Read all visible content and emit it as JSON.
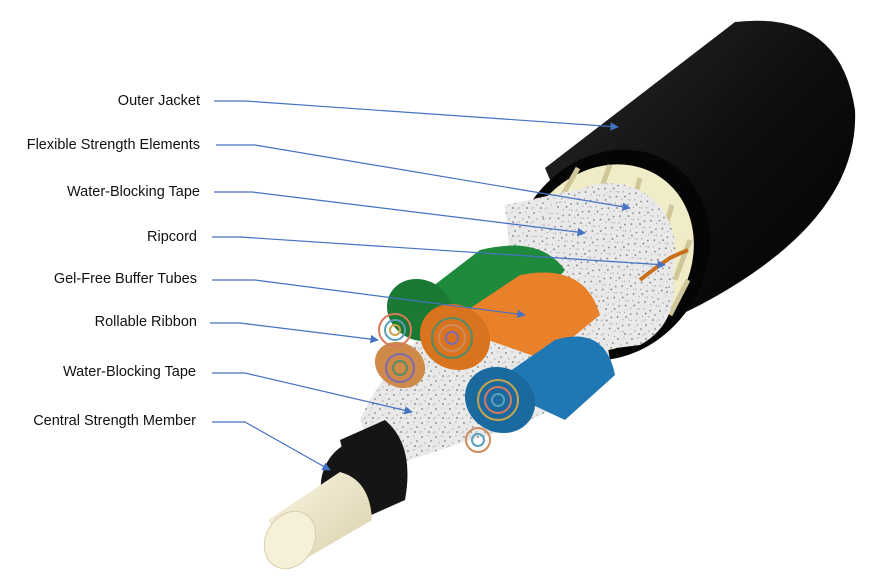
{
  "diagram": {
    "labels": [
      "Outer Jacket",
      "Flexible Strength Elements",
      "Water-Blocking Tape",
      "Ripcord",
      "Gel-Free Buffer Tubes",
      "Rollable Ribbon",
      "Water-Blocking Tape",
      "Central Strength Member"
    ]
  },
  "colors": {
    "jacket": "#0c0c0c",
    "strength_yarn": "#f1ecc8",
    "tape": "#dcdcdc",
    "ripcord": "#c8701e",
    "tube_green": "#1f8a3c",
    "tube_orange": "#e8812a",
    "tube_blue": "#1f78b4",
    "central_sheath": "#151515",
    "central_core": "#f3ecd4",
    "arrow": "#4472c4"
  }
}
